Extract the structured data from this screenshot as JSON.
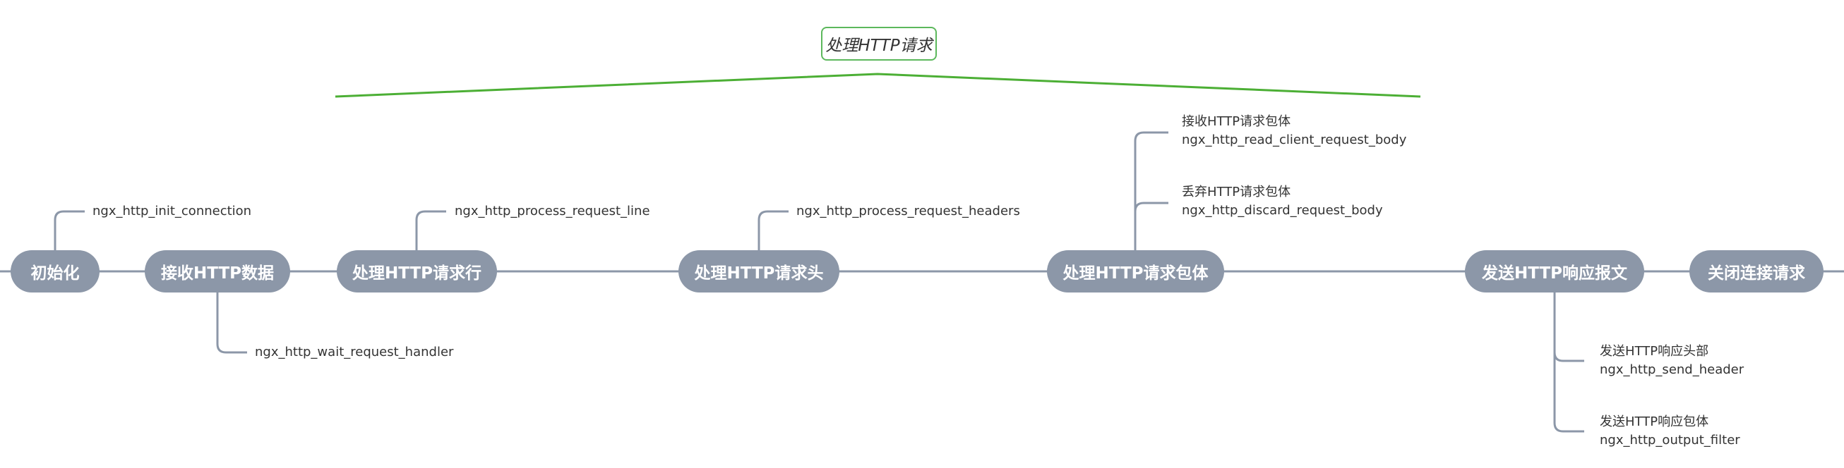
{
  "title": "处理HTTP请求",
  "stages": [
    {
      "label": "初始化"
    },
    {
      "label": "接收HTTP数据"
    },
    {
      "label": "处理HTTP请求行"
    },
    {
      "label": "处理HTTP请求头"
    },
    {
      "label": "处理HTTP请求包体"
    },
    {
      "label": "发送HTTP响应报文"
    },
    {
      "label": "关闭连接请求"
    }
  ],
  "leaves": {
    "init_connection": "ngx_http_init_connection",
    "wait_request_handler": "ngx_http_wait_request_handler",
    "process_request_line": "ngx_http_process_request_line",
    "process_request_headers": "ngx_http_process_request_headers",
    "read_body_label": "接收HTTP请求包体",
    "read_body_func": "ngx_http_read_client_request_body",
    "discard_body_label": "丢弃HTTP请求包体",
    "discard_body_func": "ngx_http_discard_request_body",
    "send_header_label": "发送HTTP响应头部",
    "send_header_func": "ngx_http_send_header",
    "output_filter_label": "发送HTTP响应包体",
    "output_filter_func": "ngx_http_output_filter"
  },
  "colors": {
    "node_fill": "#8c97a8",
    "connector": "#8c97a8",
    "bracket": "#4caf35",
    "title_border": "#5cb85c"
  }
}
